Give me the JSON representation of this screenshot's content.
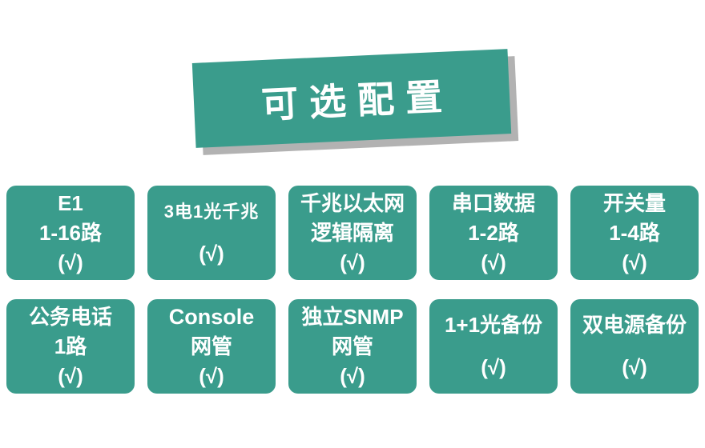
{
  "banner": {
    "title": "可选配置"
  },
  "colors": {
    "teal": "#3A9C8C",
    "banner_shadow": "rgba(0,0,0,0.30)",
    "text": "#FFFFFF"
  },
  "cards": [
    {
      "name": "e1",
      "lines": [
        "E1",
        "1-16路",
        "(√)"
      ]
    },
    {
      "name": "3e1o-gigabit",
      "lines": [
        "3电1光千兆",
        "(√)"
      ]
    },
    {
      "name": "gigabit-ethernet-isolation",
      "lines": [
        "千兆以太网",
        "逻辑隔离",
        "(√)"
      ]
    },
    {
      "name": "serial-data",
      "lines": [
        "串口数据",
        "1-2路",
        "(√)"
      ]
    },
    {
      "name": "switch-signal",
      "lines": [
        "开关量",
        "1-4路",
        "(√)"
      ]
    },
    {
      "name": "official-phone",
      "lines": [
        "公务电话",
        "1路",
        "(√)"
      ]
    },
    {
      "name": "console-nms",
      "lines": [
        "Console",
        "网管",
        "(√)"
      ]
    },
    {
      "name": "snmp-nms",
      "lines": [
        "独立SNMP",
        "网管",
        "(√)"
      ]
    },
    {
      "name": "optical-backup",
      "lines": [
        "1+1光备份",
        "(√)"
      ]
    },
    {
      "name": "dual-power-backup",
      "lines": [
        "双电源备份",
        "(√)"
      ]
    }
  ]
}
